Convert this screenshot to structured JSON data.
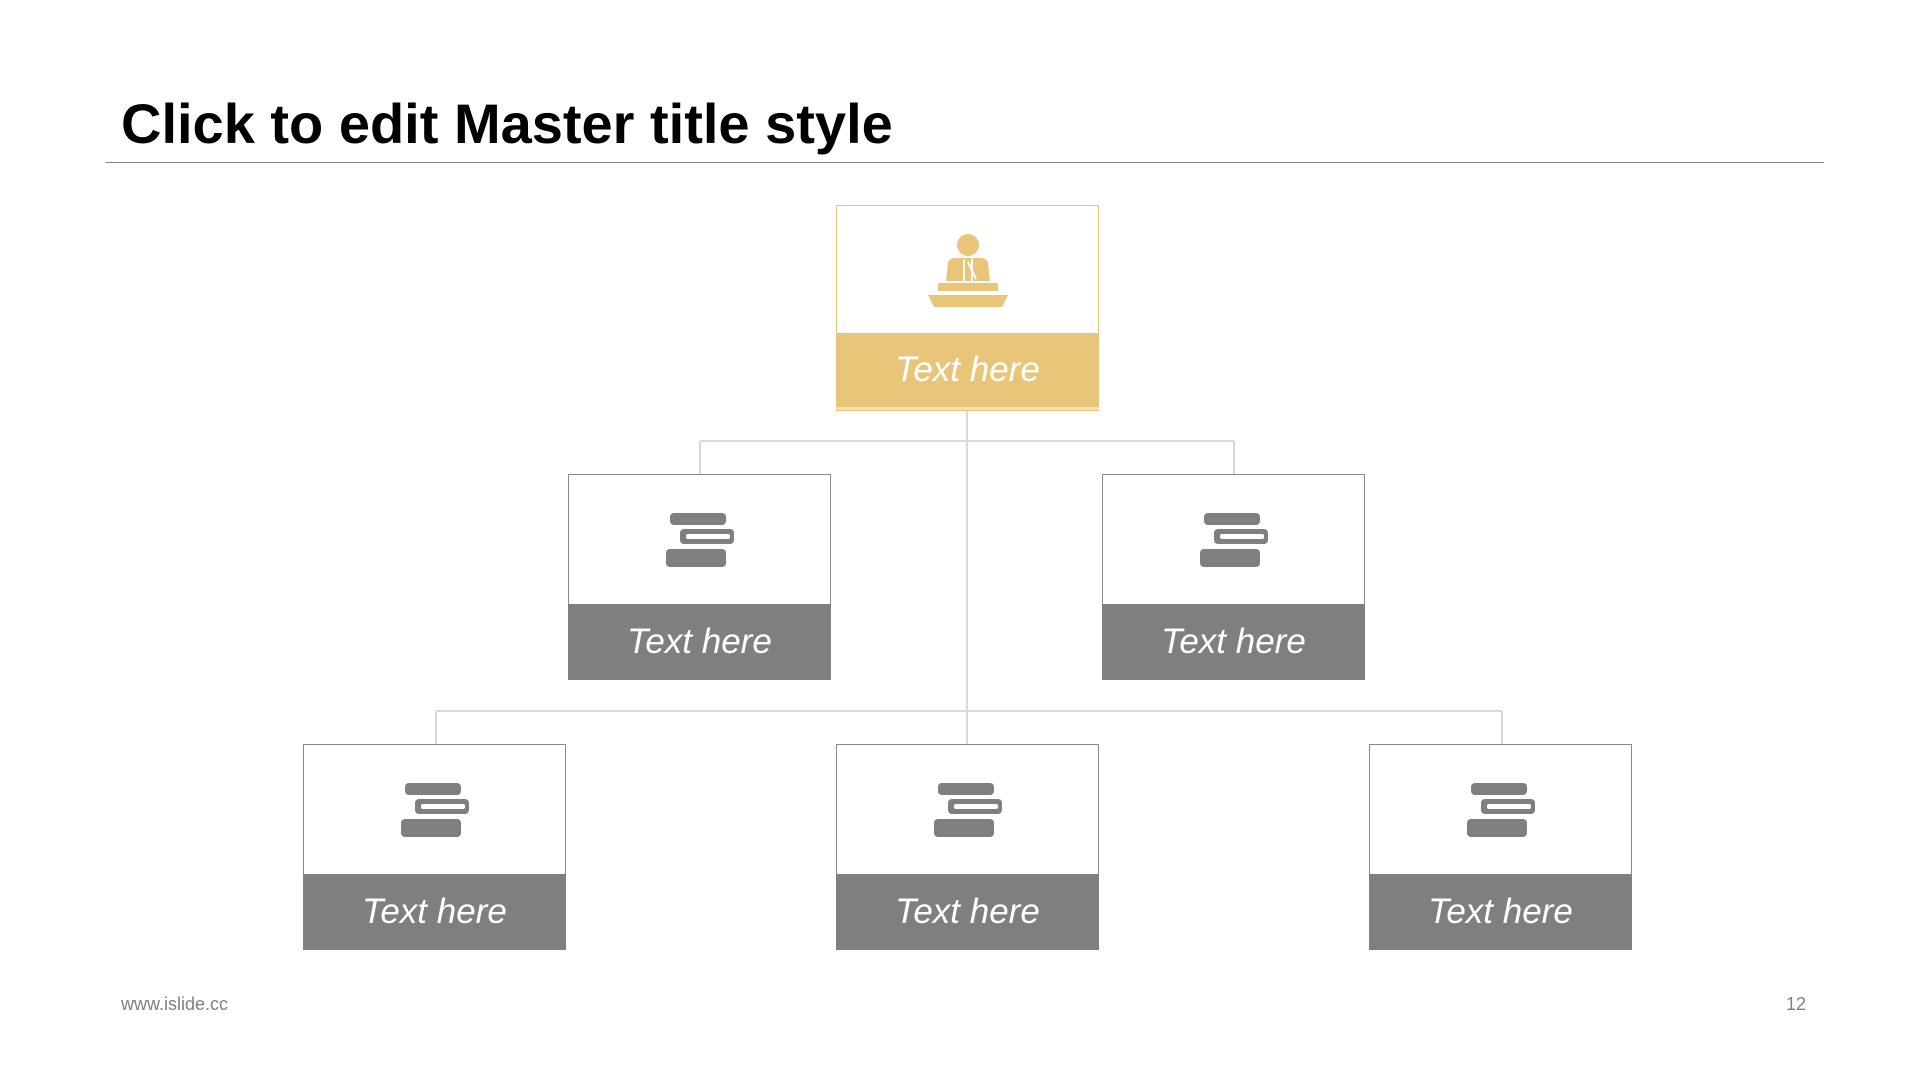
{
  "slide": {
    "title": "Click to edit Master title style",
    "footer_url": "www.islide.cc",
    "page_number": "12"
  },
  "colors": {
    "accent": "#e9c57a",
    "gray": "#7f7f7f",
    "connector": "#d9d9d9"
  },
  "org_chart": {
    "root": {
      "label": "Text here",
      "icon": "speaker-podium-icon"
    },
    "level2": [
      {
        "label": "Text here",
        "icon": "books-stack-icon"
      },
      {
        "label": "Text here",
        "icon": "books-stack-icon"
      }
    ],
    "level3": [
      {
        "label": "Text here",
        "icon": "books-stack-icon"
      },
      {
        "label": "Text here",
        "icon": "books-stack-icon"
      },
      {
        "label": "Text here",
        "icon": "books-stack-icon"
      }
    ]
  }
}
